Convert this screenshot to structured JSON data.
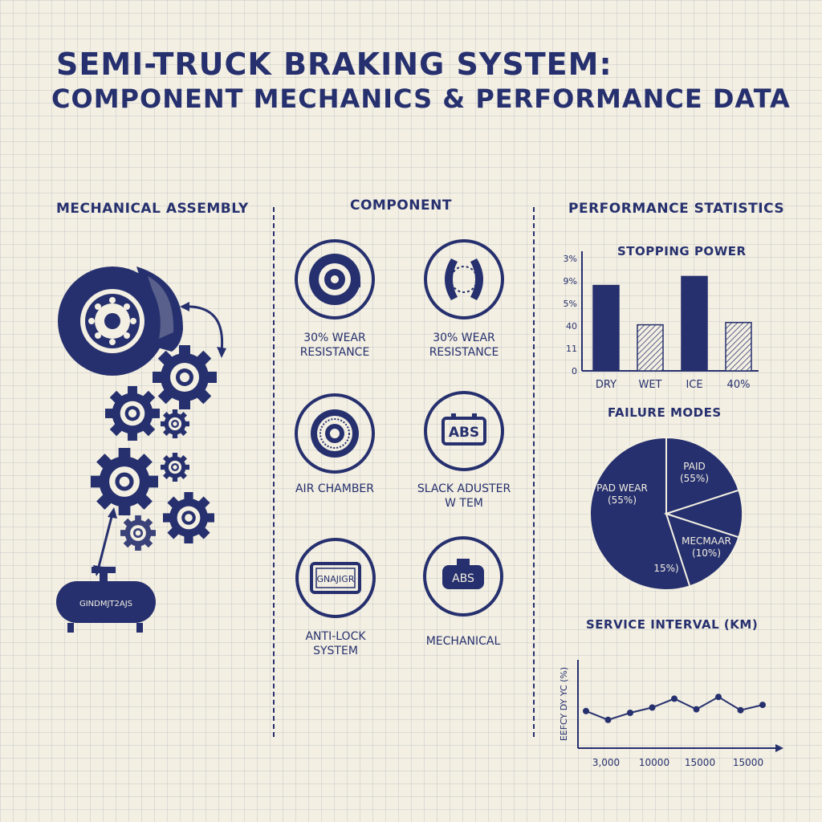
{
  "header": {
    "title_line1": "SEMI-TRUCK BRAKING SYSTEM:",
    "title_line2": "COMPONENT MECHANICS & PERFORMANCE DATA"
  },
  "sections": {
    "mechanical": "MECHANICAL ASSEMBLY",
    "component": "COMPONENT",
    "performance": "PERFORMANCE STATISTICS"
  },
  "assembly": {
    "tank_label": "GINDMJT2AJS"
  },
  "components": [
    {
      "label_line1": "30% WEAR",
      "label_line2": "RESISTANCE",
      "icon": "brake-disc-icon"
    },
    {
      "label_line1": "30% WEAR",
      "label_line2": "RESISTANCE",
      "icon": "brake-shoe-icon"
    },
    {
      "label_line1": "AIR CHAMBER",
      "label_line2": "",
      "icon": "air-chamber-icon"
    },
    {
      "label_line1": "SLACK ADUSTER",
      "label_line2": "W TEM",
      "icon": "abs-module-icon",
      "icon_text": "ABS"
    },
    {
      "label_line1": "ANTI-LOCK",
      "label_line2": "SYSTEM",
      "icon": "control-unit-icon",
      "icon_text": "GNAJIGR"
    },
    {
      "label_line1": "MECHANICAL",
      "label_line2": "",
      "icon": "abs-sensor-icon",
      "icon_text": "ABS"
    }
  ],
  "chart_data": [
    {
      "type": "bar",
      "title": "STOPPING POWER",
      "categories": [
        "DRY",
        "WET",
        "ICE",
        "40%"
      ],
      "values": [
        7.6,
        4.1,
        8.4,
        4.3
      ],
      "ytick_labels": [
        "0",
        "11",
        "40",
        "5%",
        "9%",
        "3%"
      ],
      "ylim": [
        0,
        10
      ],
      "fills": [
        "solid",
        "hatched",
        "solid",
        "hatched"
      ]
    },
    {
      "type": "pie",
      "title": "FAILURE MODES",
      "slices": [
        {
          "label": "PAD WEAR",
          "sublabel": "(55%)",
          "value": 55
        },
        {
          "label": "PAID",
          "sublabel": "(55%)",
          "value": 20
        },
        {
          "label": "MECMAAR",
          "sublabel": "(10%)",
          "value": 10
        },
        {
          "label": "15%)",
          "sublabel": "",
          "value": 15
        }
      ]
    },
    {
      "type": "line",
      "title": "SERVICE INTERVAL (KM)",
      "ylabel": "EEFCY DY YC (%)",
      "xtick_labels": [
        "3,000",
        "10000",
        "15000",
        "15000"
      ],
      "values": [
        4.2,
        3.2,
        4.0,
        4.6,
        5.6,
        4.4,
        5.8,
        4.3,
        4.9
      ],
      "ylim": [
        0,
        10
      ]
    }
  ],
  "colors": {
    "ink": "#26306e",
    "paper": "#f3efe2"
  }
}
